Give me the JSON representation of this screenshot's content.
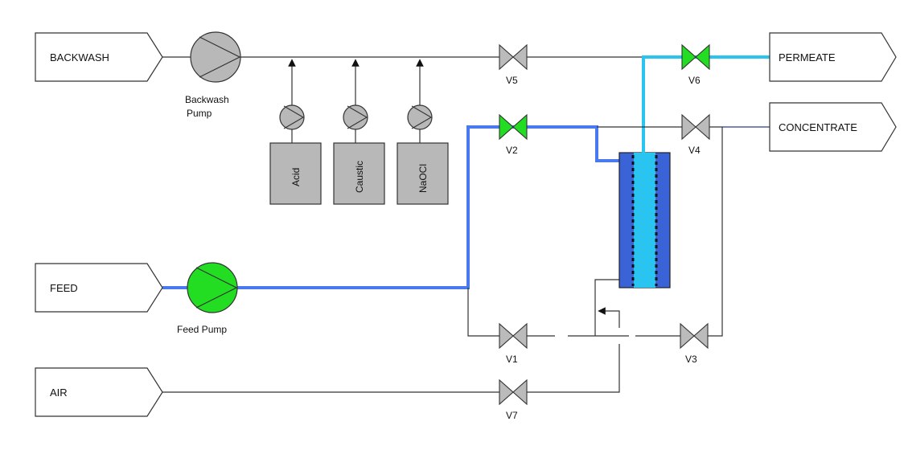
{
  "streams": {
    "backwash": "BACKWASH",
    "feed": "FEED",
    "air": "AIR",
    "permeate": "PERMEATE",
    "concentrate": "CONCENTRATE"
  },
  "pumps": {
    "backwash_line1": "Backwash",
    "backwash_line2": "Pump",
    "feed": "Feed Pump"
  },
  "chemicals": {
    "acid": "Acid",
    "caustic": "Caustic",
    "naocl": "NaOCl"
  },
  "valves": {
    "v1": "V1",
    "v2": "V2",
    "v3": "V3",
    "v4": "V4",
    "v5": "V5",
    "v6": "V6",
    "v7": "V7"
  },
  "colors": {
    "feed_line": "#4a78ee",
    "permeate_line": "#29c4f0",
    "open_valve": "#22dd22",
    "closed_valve": "#bbbbbb",
    "membrane_outer": "#3a63d8",
    "membrane_inner": "#29c4f0",
    "tank": "#b8b8b8",
    "feed_pump": "#22dd22",
    "backwash_pump": "#b8b8b8"
  }
}
